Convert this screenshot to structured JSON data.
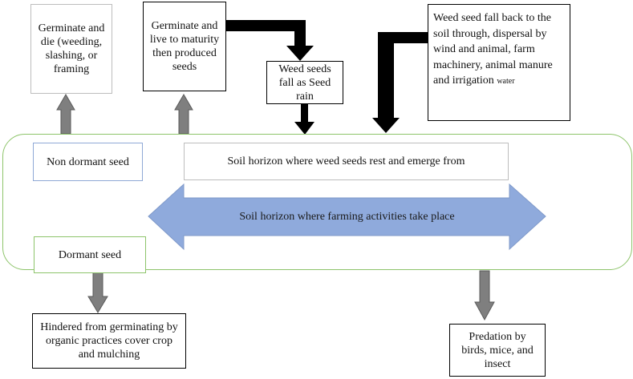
{
  "boxes": {
    "germinate_die": "Germinate and die (weeding, slashing, or framing",
    "germinate_live": "Germinate and live to maturity then produced seeds",
    "weed_seeds_fall": "Weed seeds fall as Seed rain",
    "weed_seed_fall_back": "Weed seed fall back to the soil through, dispersal by wind and animal, farm machinery, animal manure and irrigation",
    "weed_seed_fall_back_small": "water",
    "non_dormant": "Non dormant seed",
    "soil_rest": "Soil horizon where weed seeds rest and emerge from",
    "farming_horizon": "Soil horizon where farming activities take place",
    "dormant": "Dormant seed",
    "hindered": "Hindered from germinating by organic practices cover crop and mulching",
    "predation": "Predation by birds, mice, and insect"
  },
  "colors": {
    "soil_border": "#8dc46a",
    "double_arrow_fill": "#8faadc",
    "gray_arrow": "#7f7f7f",
    "black_arrow": "#000000",
    "non_dormant_border": "#8fa9d6"
  }
}
